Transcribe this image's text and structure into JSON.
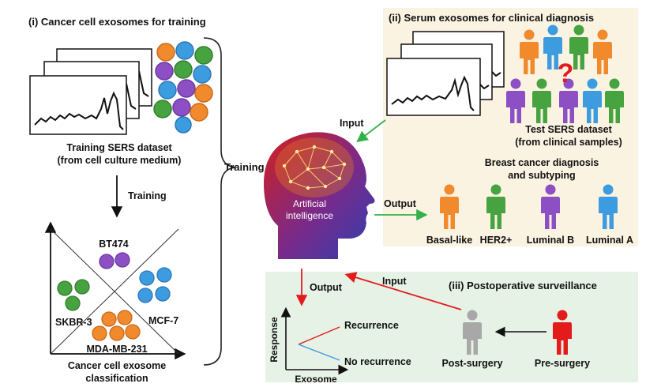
{
  "section_i": {
    "title": "(i) Cancer cell exosomes for training",
    "dataset_line1": "Training SERS dataset",
    "dataset_line2": "(from cell culture medium)",
    "training_arrow_label": "Training",
    "classification_line1": "Cancer cell exosome",
    "classification_line2": "classification",
    "cell_lines": [
      "BT474",
      "SKBR-3",
      "MCF-7",
      "MDA-MB-231"
    ]
  },
  "brace_label": "Training",
  "ai": {
    "line1": "Artificial",
    "line2": "intelligence"
  },
  "section_ii": {
    "title": "(ii) Serum exosomes for clinical diagnosis",
    "question_mark": "?",
    "test_line1": "Test SERS dataset",
    "test_line2": "(from clinical samples)",
    "diag_line1": "Breast cancer diagnosis",
    "diag_line2": "and subtyping",
    "subtypes": [
      "Basal-like",
      "HER2+",
      "Luminal B",
      "Luminal A"
    ]
  },
  "arrows": {
    "input_top": "Input",
    "output_mid": "Output",
    "output_bottom": "Output",
    "input_bottom": "Input"
  },
  "section_iii": {
    "title": "(iii) Postoperative surveillance",
    "ylabel": "Response",
    "xlabel": "Exosome",
    "recurrence": "Recurrence",
    "no_recurrence": "No recurrence",
    "post_surgery": "Post-surgery",
    "pre_surgery": "Pre-surgery"
  },
  "colors": {
    "orange": "#f08a2c",
    "blue": "#3d9be0",
    "green": "#46a340",
    "purple": "#8c4fc4",
    "red": "#e31b1b",
    "grey": "#a8a8a8",
    "panel_ii_bg": "#fbf3e2",
    "panel_iii_bg": "#e6f2e6",
    "arrow_green": "#33b04a"
  }
}
